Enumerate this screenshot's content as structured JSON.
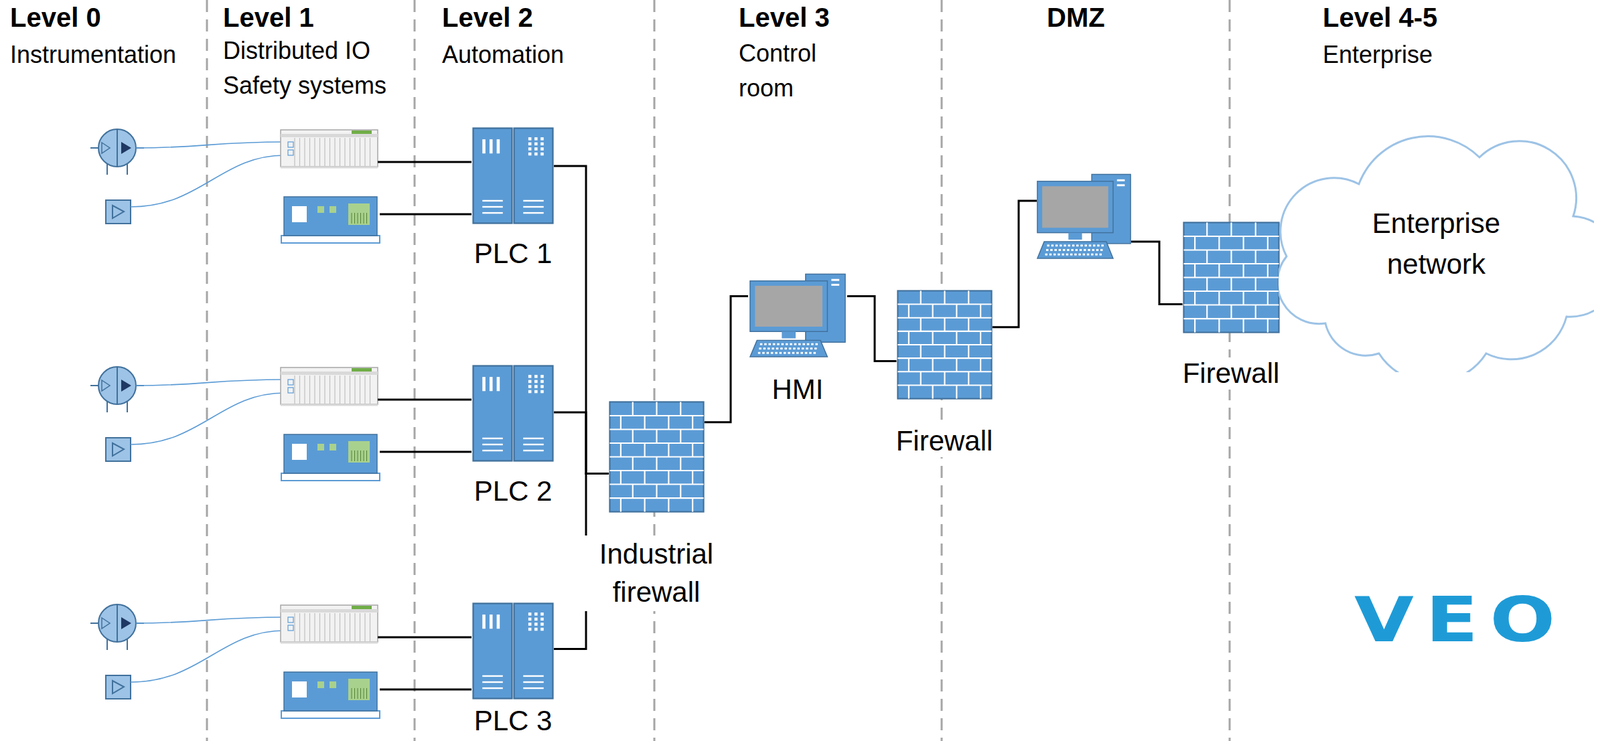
{
  "diagram": {
    "nodes": [
      {
        "text": [
          "PLC 1"
        ]
      },
      {
        "text": [
          "PLC 2"
        ]
      },
      {
        "text": [
          "PLC 3"
        ]
      },
      {
        "text": [
          "Industrial firewall"
        ]
      },
      {
        "text": [
          "HMI"
        ]
      },
      {
        "text": [
          "Firewall"
        ]
      },
      {
        "text": [
          "Firewall"
        ]
      },
      {
        "text": [
          "Enterprise network"
        ]
      }
    ],
    "edges": [
      {
        "from": 0,
        "to": 3,
        "arrow": "none"
      },
      {
        "from": 1,
        "to": 3,
        "arrow": "none"
      },
      {
        "from": 2,
        "to": 3,
        "arrow": "none"
      },
      {
        "from": 3,
        "to": 4,
        "arrow": "none"
      },
      {
        "from": 4,
        "to": 5,
        "arrow": "none"
      },
      {
        "from": 5,
        "to": 6,
        "arrow": "none"
      },
      {
        "from": 6,
        "to": 7,
        "arrow": "none"
      }
    ],
    "labels": [
      "Level 0",
      "Instrumentation",
      "Level 1",
      "Distributed IO",
      "Safety systems",
      "Level 2",
      "Automation",
      "Level 3",
      "Control room",
      "DMZ",
      "Level 4-5",
      "Enterprise",
      "VEO"
    ]
  }
}
